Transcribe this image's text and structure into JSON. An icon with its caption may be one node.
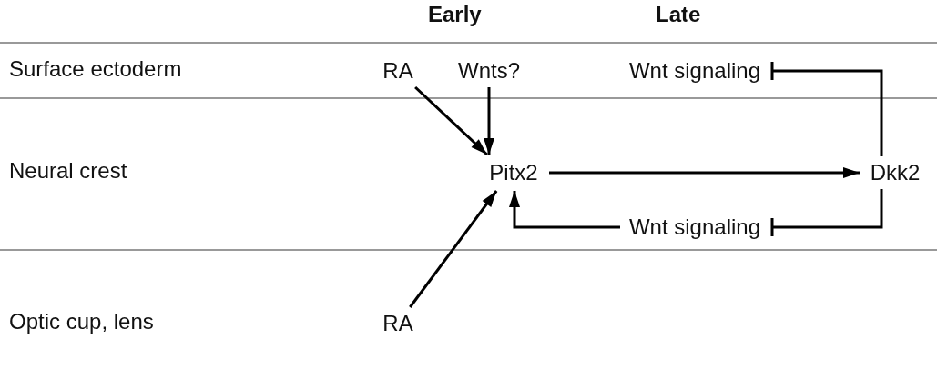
{
  "diagram": {
    "nodes": [
      {
        "text": [
          "RA"
        ]
      },
      {
        "text": [
          "Wnts?"
        ]
      },
      {
        "text": [
          "Wnt signaling"
        ]
      },
      {
        "text": [
          "Pitx2"
        ]
      },
      {
        "text": [
          "Dkk2"
        ]
      },
      {
        "text": [
          "Wnt signaling"
        ]
      },
      {
        "text": [
          "RA"
        ]
      }
    ],
    "edges": [
      {
        "from": 0,
        "to": 3,
        "arrow": "to"
      },
      {
        "from": 1,
        "to": 3,
        "arrow": "to"
      },
      {
        "from": 3,
        "to": 4,
        "arrow": "to"
      },
      {
        "from": 4,
        "to": 2,
        "arrow": "other"
      },
      {
        "from": 4,
        "to": 5,
        "arrow": "other"
      },
      {
        "from": 5,
        "to": 3,
        "arrow": "to"
      },
      {
        "from": 6,
        "to": 3,
        "arrow": "to"
      }
    ],
    "labels": [
      "Early",
      "Late",
      "Surface ectoderm",
      "Neural crest",
      "Optic cup, lens"
    ]
  }
}
